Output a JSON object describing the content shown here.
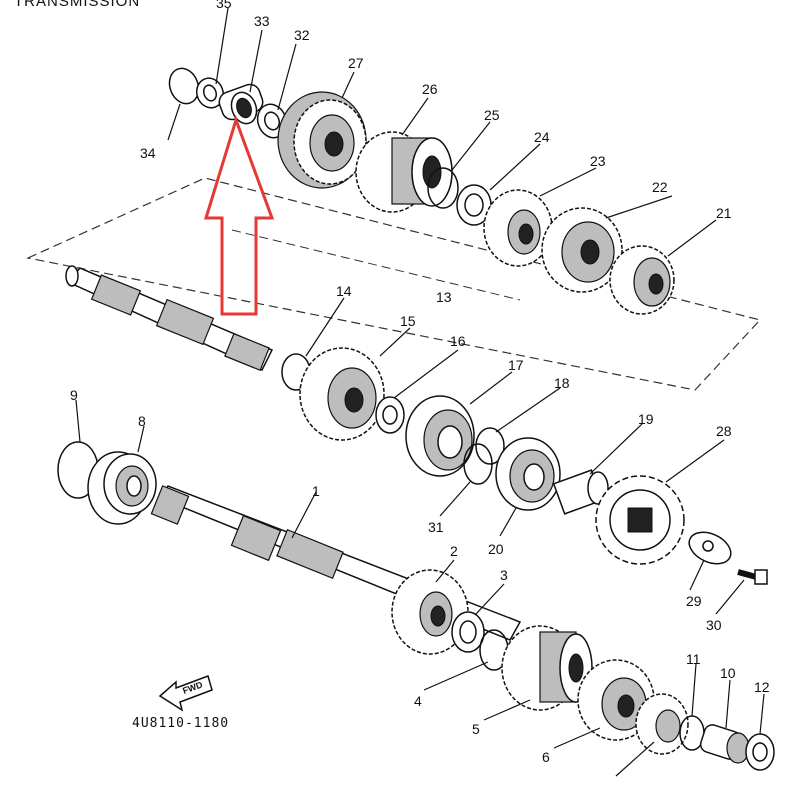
{
  "header": {
    "title": "TRANSMISSION"
  },
  "footer": {
    "diagram_code": "4U8110-1180"
  },
  "fwd": {
    "label": "FWD"
  },
  "callouts": {
    "c1": "1",
    "c2": "2",
    "c3": "3",
    "c4": "4",
    "c5": "5",
    "c6": "6",
    "c8": "8",
    "c9": "9",
    "c10": "10",
    "c11": "11",
    "c12": "12",
    "c13": "13",
    "c14": "14",
    "c15": "15",
    "c16": "16",
    "c17": "17",
    "c18": "18",
    "c19": "19",
    "c20": "20",
    "c21": "21",
    "c22": "22",
    "c23": "23",
    "c24": "24",
    "c25": "25",
    "c26": "26",
    "c27": "27",
    "c28": "28",
    "c29": "29",
    "c30": "30",
    "c31": "31",
    "c32": "32",
    "c33": "33",
    "c34": "34",
    "c35": "35"
  },
  "colors": {
    "ink": "#111111",
    "highlight_arrow": "#e53935",
    "background": "#ffffff"
  }
}
